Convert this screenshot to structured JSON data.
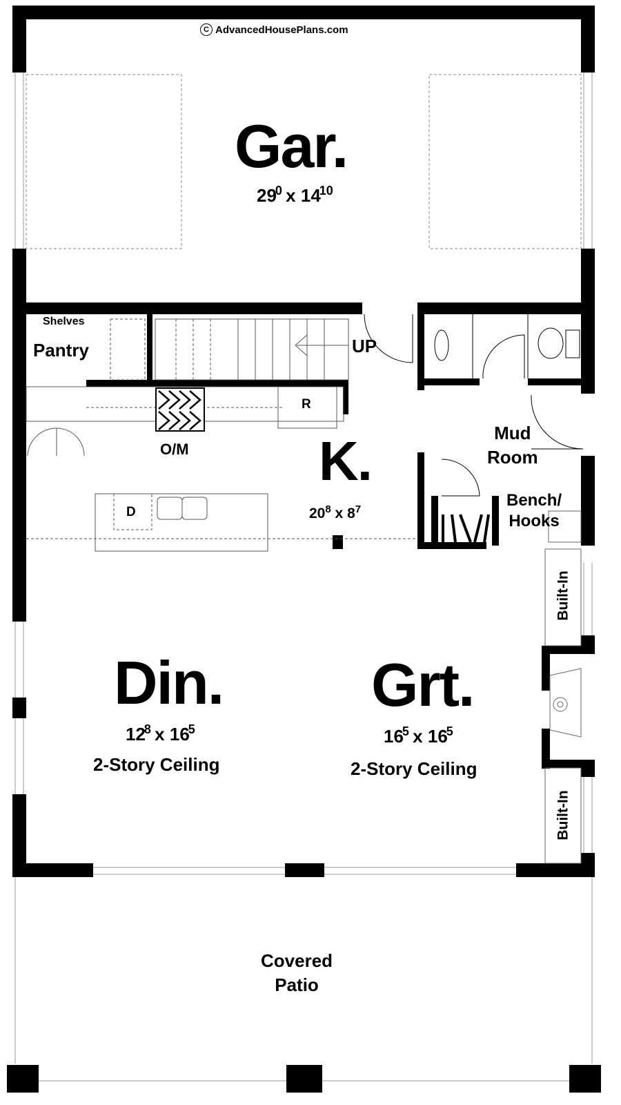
{
  "watermark": {
    "symbol": "C",
    "text": "AdvancedHousePlans.com"
  },
  "rooms": {
    "garage": {
      "name": "Gar.",
      "width": "29",
      "width_in": "0",
      "depth": "14",
      "depth_in": "10"
    },
    "kitchen": {
      "name": "K.",
      "width": "20",
      "width_in": "8",
      "depth": "8",
      "depth_in": "7"
    },
    "dining": {
      "name": "Din.",
      "width": "12",
      "width_in": "8",
      "depth": "16",
      "depth_in": "5",
      "note": "2-Story Ceiling"
    },
    "great_room": {
      "name": "Grt.",
      "width": "16",
      "width_in": "5",
      "depth": "16",
      "depth_in": "5",
      "note": "2-Story Ceiling"
    },
    "pantry": {
      "name": "Pantry",
      "shelves": "Shelves"
    },
    "mud_room": {
      "line1": "Mud",
      "line2": "Room"
    },
    "bench": {
      "line1": "Bench/",
      "line2": "Hooks"
    },
    "patio": {
      "line1": "Covered",
      "line2": "Patio"
    }
  },
  "fixtures": {
    "stairs": "UP",
    "refrigerator": "R",
    "oven": "O/M",
    "dishwasher": "D",
    "builtin_top": "Built-In",
    "builtin_bottom": "Built-In"
  },
  "dim_separator": "x"
}
